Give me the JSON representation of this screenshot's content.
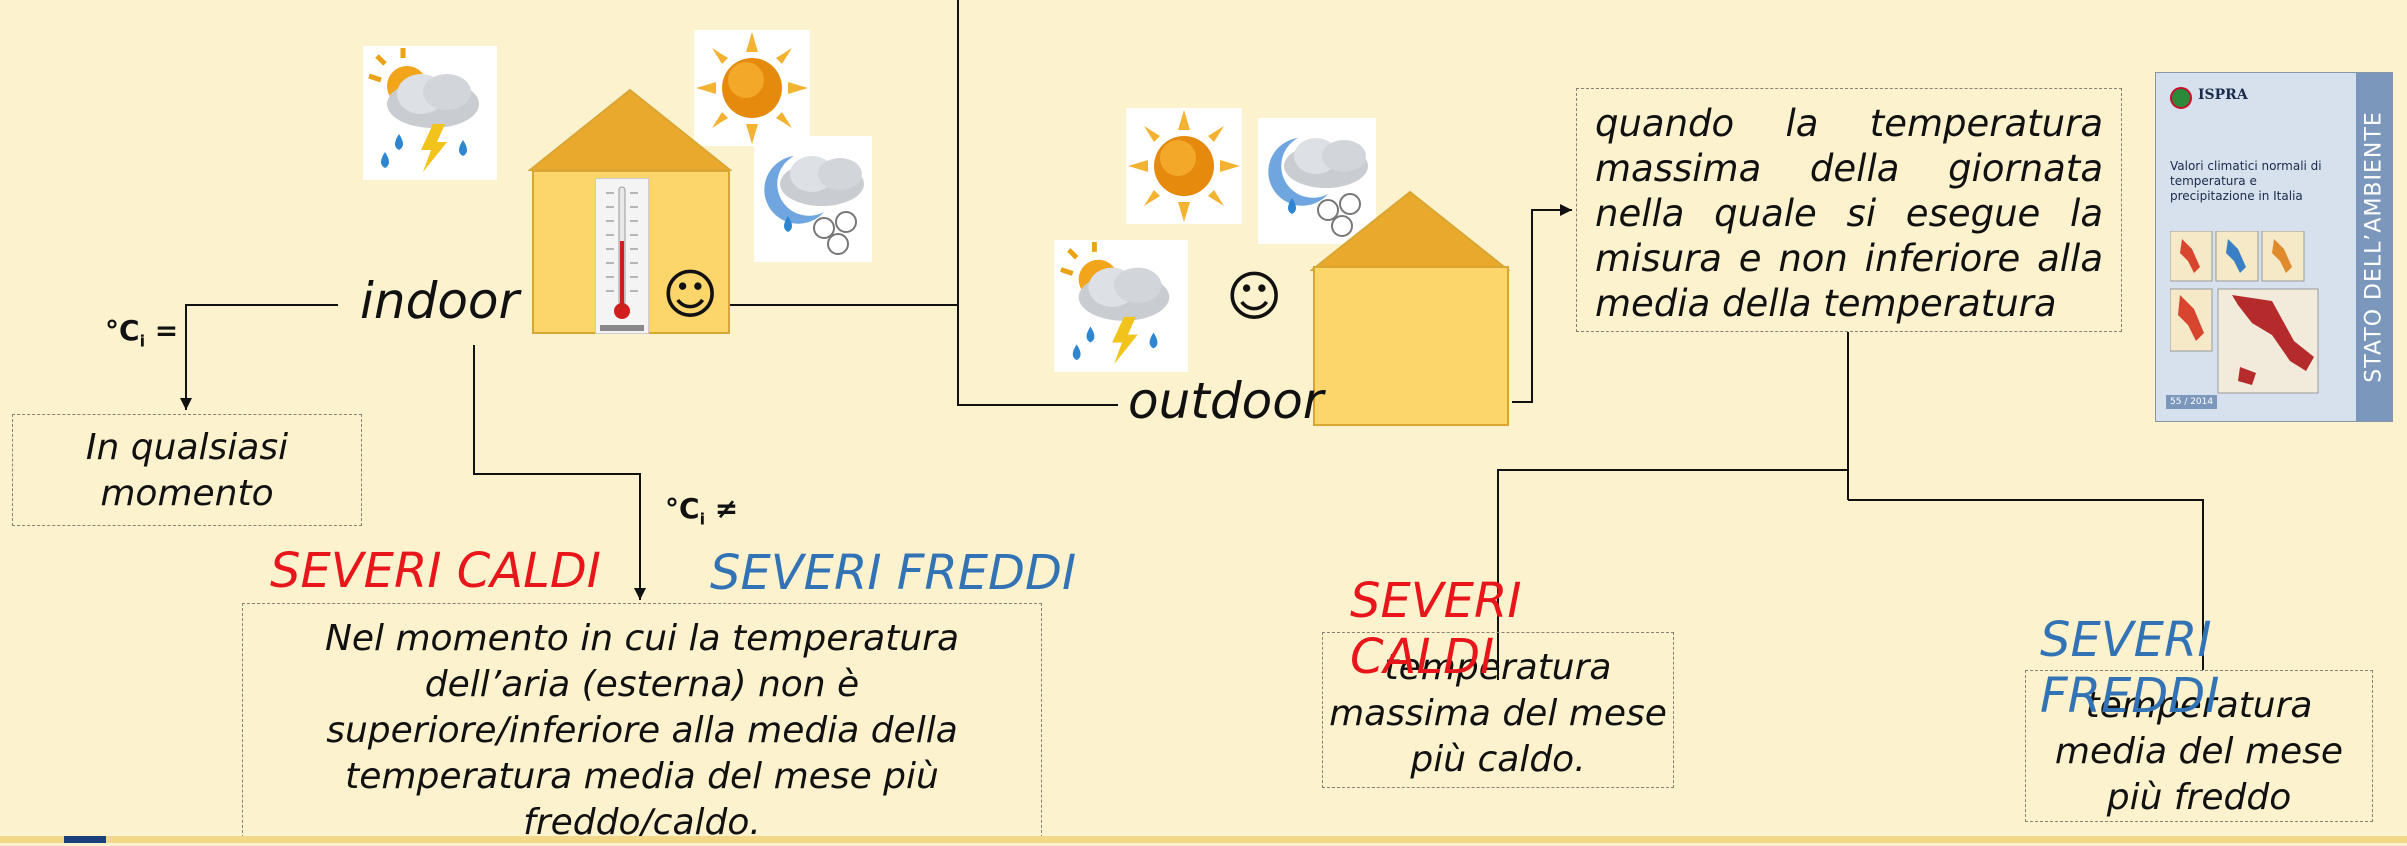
{
  "indoor": {
    "label": "indoor",
    "formula_prefix": "°C",
    "formula_sub": "i",
    "formula_op": "=",
    "box_text": "In qualsiasi momento"
  },
  "outdoor": {
    "label": "outdoor"
  },
  "indoor_neq": {
    "formula_prefix": "°C",
    "formula_sub": "i",
    "formula_op": "≠",
    "severe_hot": "SEVERI CALDI",
    "severe_cold": "SEVERI FREDDI",
    "box_text": "Nel momento in cui la temperatura dell’aria (esterna) non è superiore/inferiore alla media della temperatura media del mese più freddo/caldo."
  },
  "outdoor_rule": {
    "box_text": "quando la temperatura massima della giornata nella quale si esegue la misura e non inferiore alla media della temperatura"
  },
  "outdoor_hot": {
    "severe_label": "SEVERI CALDI",
    "box_text": "temperatura massima del mese più caldo."
  },
  "outdoor_cold": {
    "severe_label": "SEVERI FREDDI",
    "box_text": "temperatura media del mese più freddo"
  },
  "report_cover": {
    "publisher": "ISPRA",
    "title": "Valori climatici normali di temperatura e precipitazione in Italia",
    "spine": "STATO DELL’AMBIENTE",
    "number": "55 / 2014"
  },
  "colors": {
    "background": "#FDF2CE",
    "hot": "#E8151B",
    "cold": "#3273B6",
    "house_fill": "#FDD66B",
    "house_roof": "#E8A92D"
  },
  "icons": [
    "sun-icon",
    "storm-cloud-icon",
    "snow-moon-icon",
    "thermometer-icon",
    "smiley-icon"
  ]
}
